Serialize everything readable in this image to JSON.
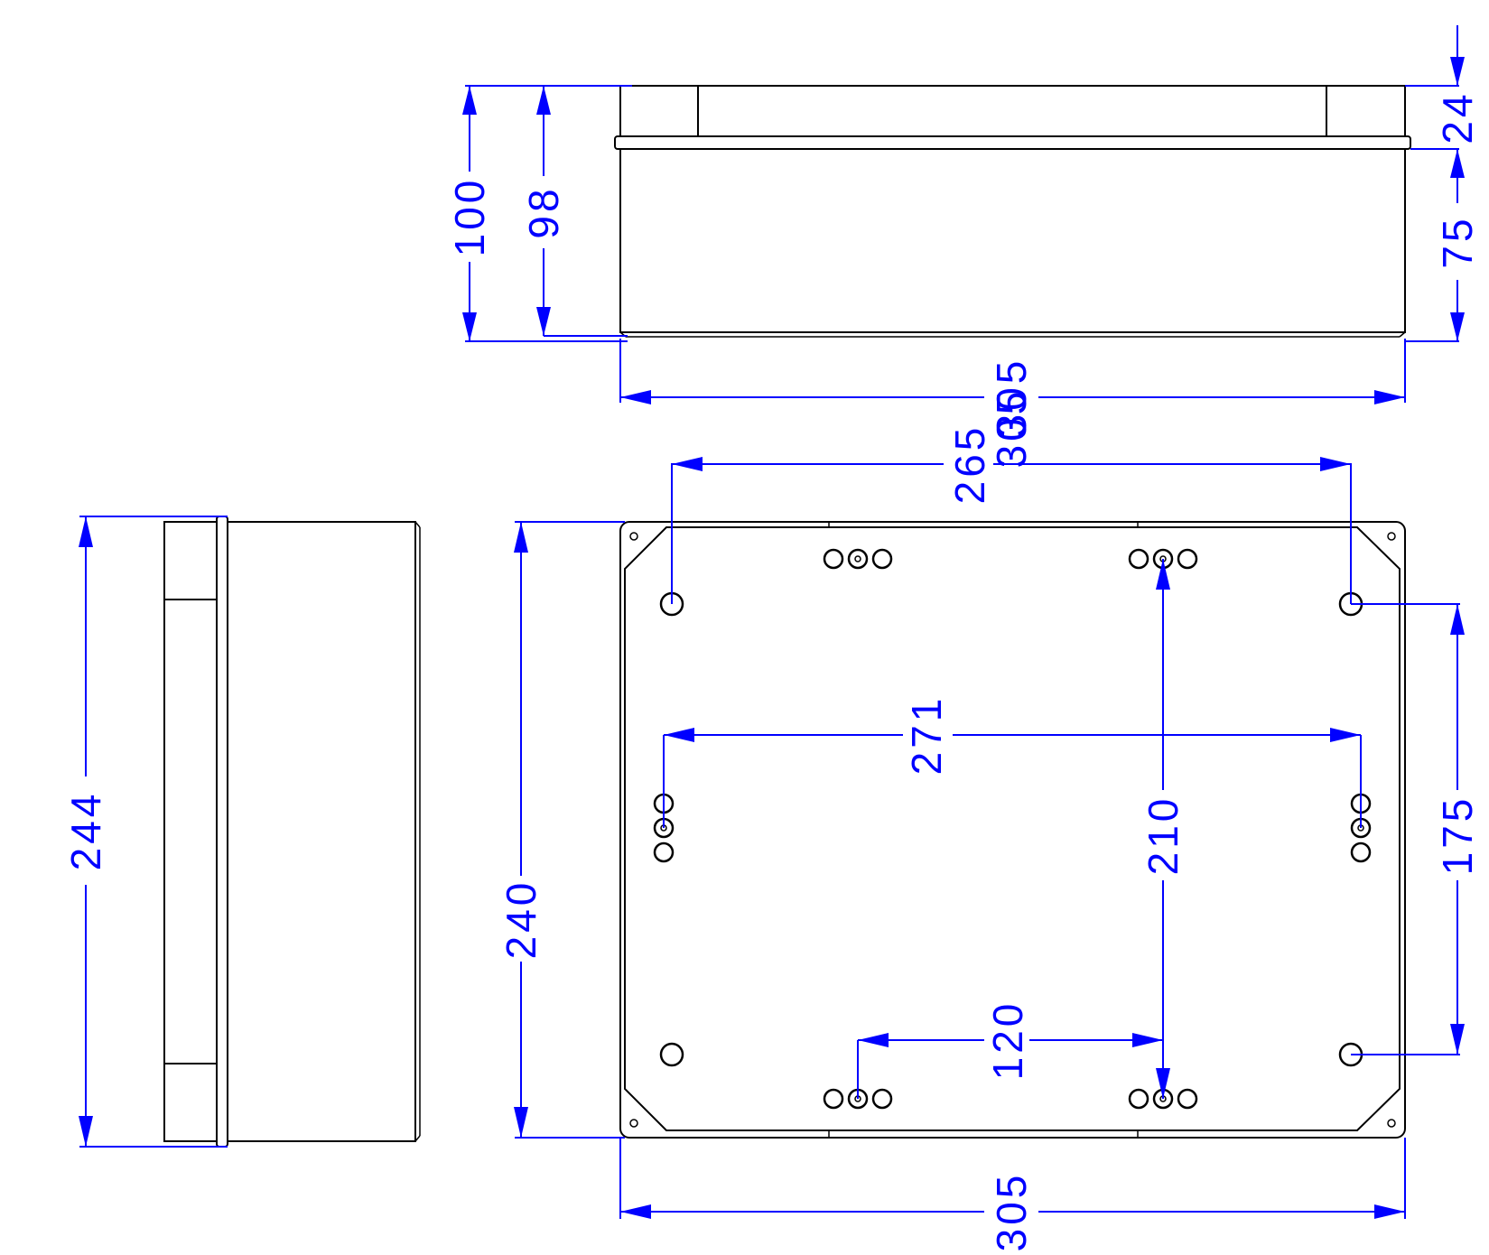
{
  "colors": {
    "outline": "#000000",
    "dimension": "#0000ff",
    "background": "#ffffff"
  },
  "dimensions": {
    "front_total_height": "100",
    "front_body_height": "98",
    "front_lid_height": "24",
    "front_base_height": "75",
    "front_width": "305",
    "plan_top_width": "305",
    "plan_mount_span_x": "265",
    "plan_inner_span_x": "271",
    "plan_height": "240",
    "plan_mount_span_y": "175",
    "plan_boss_span_y": "210",
    "plan_boss_span_x": "120",
    "plan_bottom_width": "305",
    "side_height": "244"
  }
}
